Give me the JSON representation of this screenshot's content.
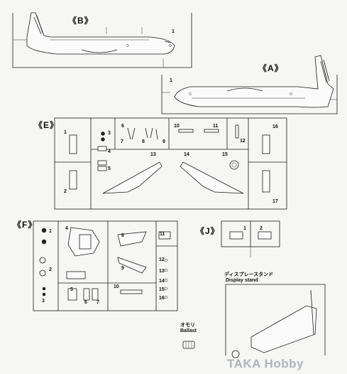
{
  "sections": {
    "b": "《B》",
    "a": "《A》",
    "e": "《E》",
    "f": "《F》",
    "j": "《J》"
  },
  "sprue_b": {
    "parts": [
      "1"
    ]
  },
  "sprue_a": {
    "parts": [
      "1"
    ]
  },
  "sprue_e": {
    "parts": [
      "1",
      "2",
      "3",
      "4",
      "5",
      "6",
      "7",
      "8",
      "9",
      "10",
      "11",
      "12",
      "13",
      "14",
      "15",
      "16",
      "17"
    ]
  },
  "sprue_f": {
    "parts": [
      "1",
      "2",
      "3",
      "4",
      "5",
      "6",
      "7",
      "8",
      "9",
      "10",
      "11",
      "12",
      "13",
      "14",
      "15",
      "16"
    ]
  },
  "sprue_j": {
    "parts": [
      "1",
      "2"
    ]
  },
  "display_stand": {
    "label_jp": "ディスプレースタンド",
    "label_en": "Display stand"
  },
  "ballast": {
    "label_jp": "オモリ",
    "label_en": "Ballast"
  },
  "watermark": "TAKA Hobby"
}
